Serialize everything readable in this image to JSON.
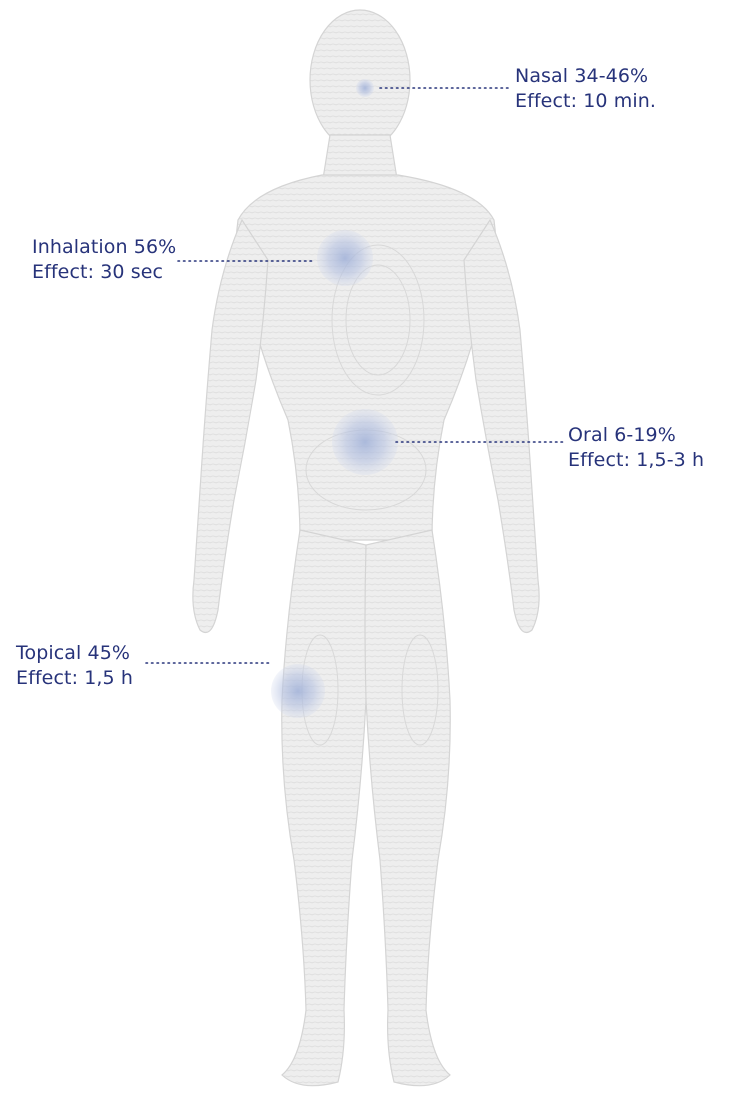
{
  "routes": [
    {
      "id": "nasal",
      "name": "Nasal 34-46%",
      "effect": "Effect: 10 min."
    },
    {
      "id": "inhalation",
      "name": "Inhalation 56%",
      "effect": "Effect: 30 sec"
    },
    {
      "id": "oral",
      "name": "Oral 6-19%",
      "effect": "Effect: 1,5-3 h"
    },
    {
      "id": "topical",
      "name": "Topical 45%",
      "effect": "Effect: 1,5 h"
    }
  ],
  "colors": {
    "text": "#27337a",
    "body_fill": "#ececec",
    "body_contour": "#d6d6d6",
    "marker": "#aab6d6",
    "leader": "#27337a"
  }
}
